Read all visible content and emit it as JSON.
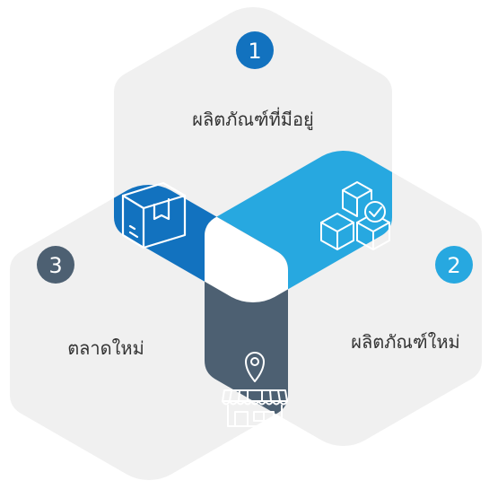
{
  "items": [
    {
      "number": "1",
      "label": "ผลิตภัณฑ์ที่มีอยู่",
      "icon": "package-box-icon",
      "color": "#1272bf"
    },
    {
      "number": "2",
      "label": "ผลิตภัณฑ์ใหม่",
      "icon": "stacked-boxes-check-icon",
      "color": "#27a8e0"
    },
    {
      "number": "3",
      "label": "ตลาดใหม่",
      "icon": "storefront-location-icon",
      "color": "#4d6072"
    }
  ],
  "colors": {
    "hexagon_fill": "#f0f0f0",
    "center_fill": "#ffffff",
    "text": "#333333",
    "icon_stroke": "#ffffff"
  }
}
